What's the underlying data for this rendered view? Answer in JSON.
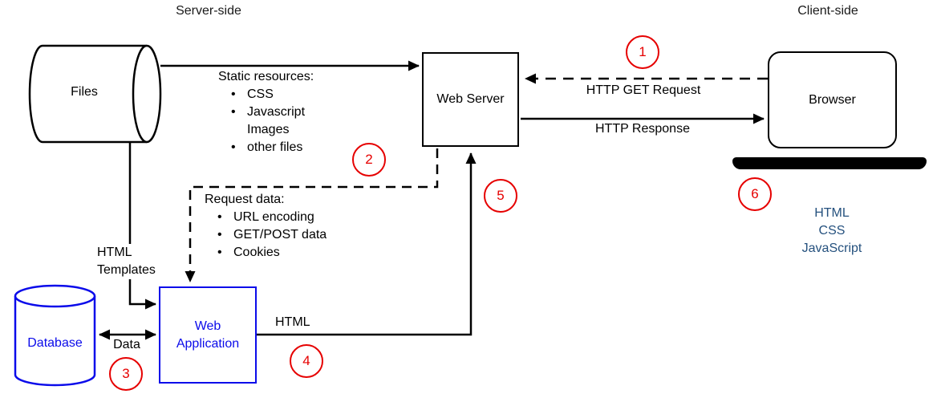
{
  "diagram": {
    "regions": {
      "server_side": "Server-side",
      "client_side": "Client-side"
    },
    "nodes": {
      "files": {
        "label": "Files"
      },
      "web_server": {
        "label": "Web Server"
      },
      "browser": {
        "label": "Browser"
      },
      "database": {
        "label": "Database"
      },
      "web_application": {
        "label": "Web Application"
      }
    },
    "notes": {
      "static_resources": {
        "title": "Static resources:",
        "items": [
          {
            "marker": "•",
            "text": "CSS"
          },
          {
            "marker": "•",
            "text": "Javascript"
          },
          {
            "marker": "",
            "text": "Images"
          },
          {
            "marker": "•",
            "text": "other files"
          }
        ]
      },
      "request_data": {
        "title": "Request data:",
        "items": [
          {
            "marker": "•",
            "text": "URL encoding"
          },
          {
            "marker": "•",
            "text": "GET/POST data"
          },
          {
            "marker": "•",
            "text": "Cookies"
          }
        ]
      },
      "client_output": {
        "lines": [
          "HTML",
          "CSS",
          "JavaScript"
        ]
      }
    },
    "edge_labels": {
      "http_get_request": "HTTP GET Request",
      "http_response": "HTTP Response",
      "html_templates": {
        "lines": [
          "HTML",
          "Templates"
        ]
      },
      "data": "Data",
      "html": "HTML"
    },
    "callouts": [
      "1",
      "2",
      "3",
      "4",
      "5",
      "6"
    ],
    "colors": {
      "node_blue": "#0b0bea",
      "callout_red": "#e60000",
      "client_text_blue": "#25517e",
      "line_black": "#000000"
    }
  }
}
